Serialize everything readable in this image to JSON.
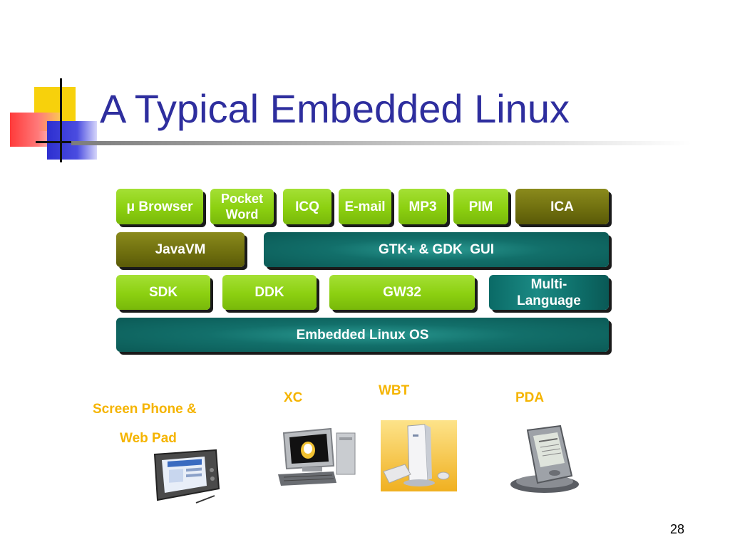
{
  "slide": {
    "title": "A Typical Embedded Linux",
    "page_number": "28"
  },
  "stack": {
    "apps": [
      "μ Browser",
      "Pocket Word",
      "ICQ",
      "E-mail",
      "MP3",
      "PIM",
      "ICA"
    ],
    "runtime": [
      "JavaVM",
      "GTK+ & GDK  GUI"
    ],
    "libs": [
      "SDK",
      "DDK",
      "GW32",
      "Multi-Language"
    ],
    "os": "Embedded Linux OS"
  },
  "devices": {
    "screen_phone_line1": "Screen Phone &",
    "screen_phone_line2": "Web Pad",
    "xc": "XC",
    "wbt": "WBT",
    "pda": "PDA"
  },
  "colors": {
    "title": "#2e2e9e",
    "green_block": "#8cd010",
    "olive_block": "#6e6e0e",
    "teal_block": "#126f6a",
    "device_label": "#f5b400"
  }
}
